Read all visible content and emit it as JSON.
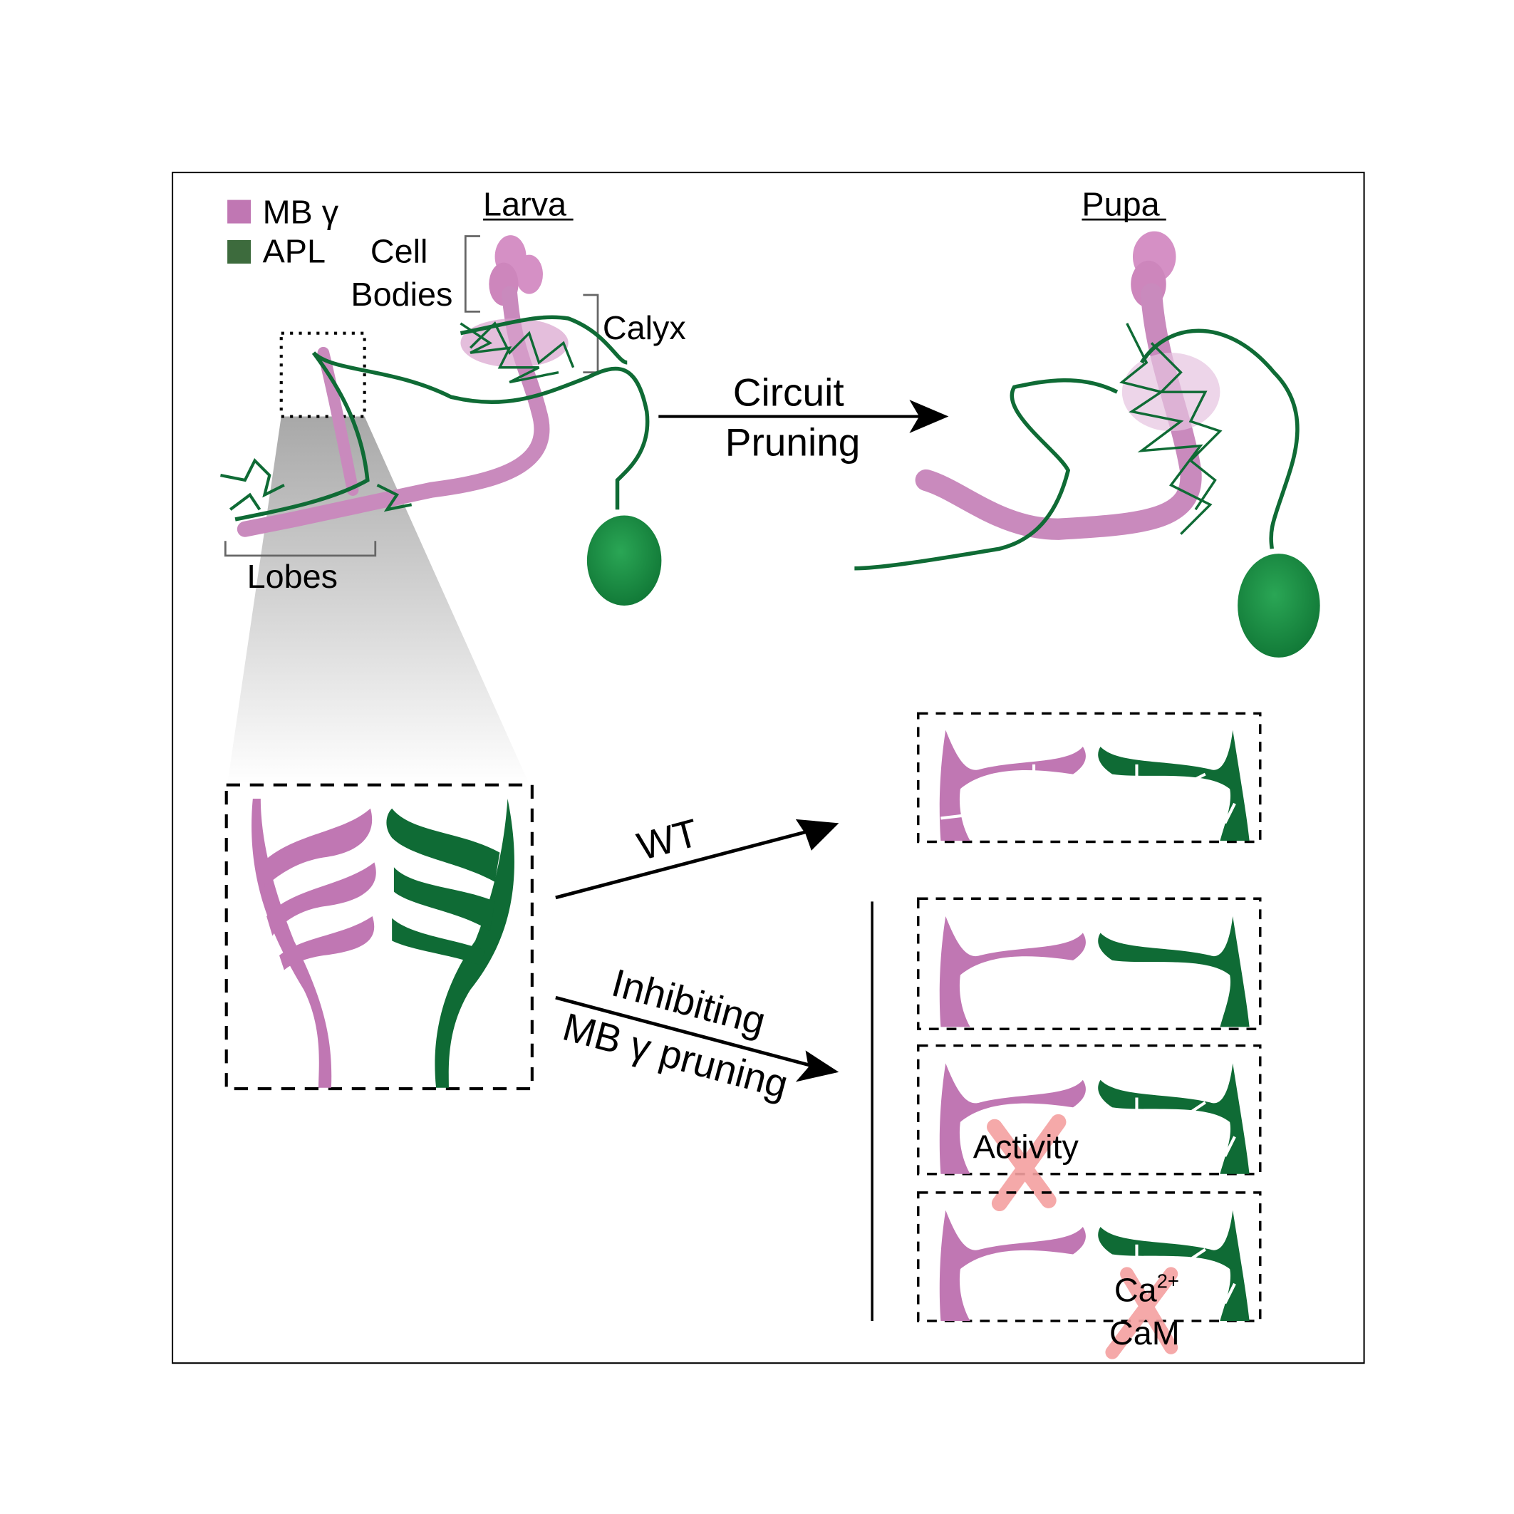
{
  "legend": [
    {
      "label": "MB γ",
      "color": "#c077b3"
    },
    {
      "label": "APL",
      "color": "#3d6b3d"
    }
  ],
  "labels": {
    "larva": "Larva",
    "pupa": "Pupa",
    "cell": "Cell",
    "bodies": "Bodies",
    "calyx": "Calyx",
    "lobes": "Lobes",
    "circuit": "Circuit",
    "pruning": "Pruning",
    "wt": "WT",
    "inhibiting": "Inhibiting",
    "mb_pruning": "MB γ pruning",
    "activity": "Activity",
    "ca": "Ca",
    "ca_sup": "2+",
    "cam": "CaM"
  },
  "colors": {
    "mb": "#c077b3",
    "apl": "#0f6b35",
    "apl_soma": "#1e9448",
    "cross": "#f4a0a0"
  }
}
